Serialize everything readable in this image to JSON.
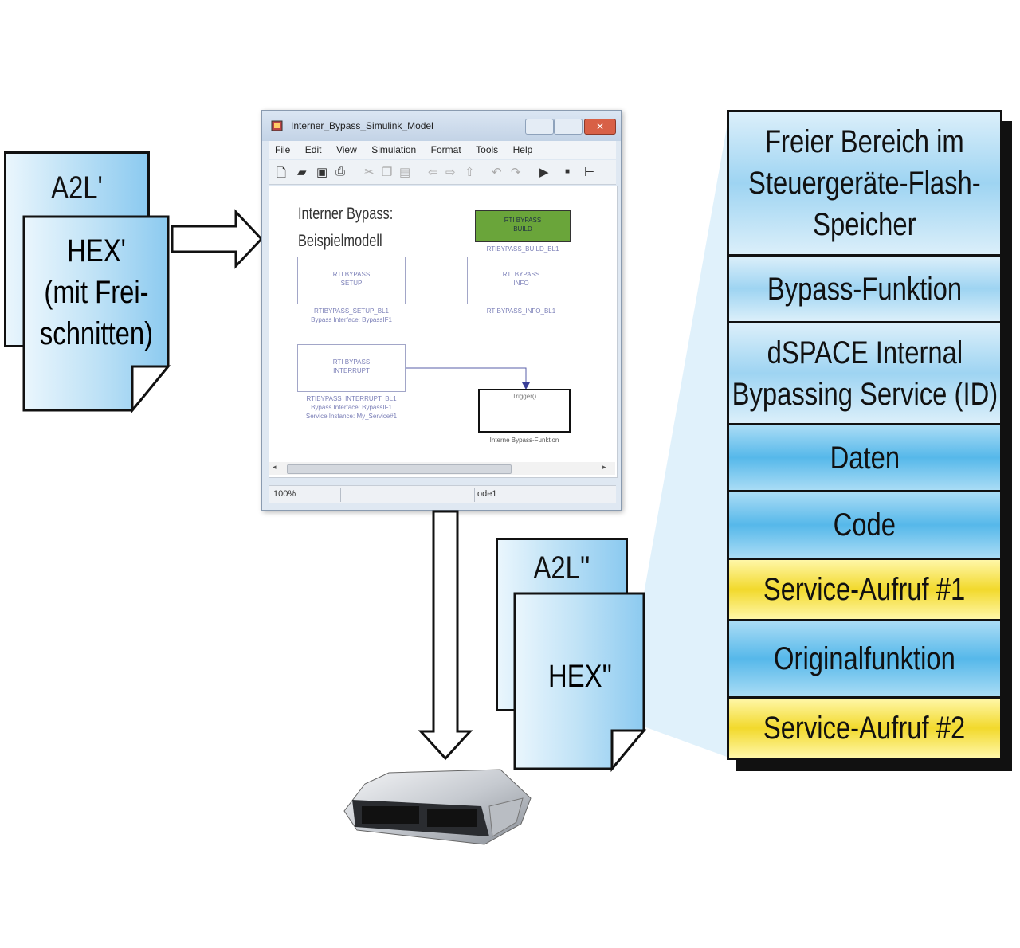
{
  "left_docs": {
    "a2l": "A2L'",
    "hex_lines": [
      "HEX'",
      "(mit Frei-",
      "schnitten)"
    ]
  },
  "simulink": {
    "window_title": "Interner_Bypass_Simulink_Model",
    "menu": [
      "File",
      "Edit",
      "View",
      "Simulation",
      "Format",
      "Tools",
      "Help"
    ],
    "heading_lines": [
      "Interner Bypass:",
      "Beispielmodell"
    ],
    "blocks": {
      "build": {
        "text": [
          "RTI BYPASS",
          "BUILD"
        ],
        "label": [
          "RTIBYPASS_BUILD_BL1"
        ]
      },
      "setup": {
        "text": [
          "RTI BYPASS",
          "SETUP"
        ],
        "label": [
          "RTIBYPASS_SETUP_BL1",
          "Bypass Interface: BypassIF1"
        ]
      },
      "info": {
        "text": [
          "RTI BYPASS",
          "INFO"
        ],
        "label": [
          "RTIBYPASS_INFO_BL1"
        ]
      },
      "interrupt": {
        "text": [
          "RTI BYPASS",
          "INTERRUPT"
        ],
        "label": [
          "RTIBYPASS_INTERRUPT_BL1",
          "Bypass Interface: BypassIF1",
          "Service Instance: My_Service#1"
        ]
      },
      "function": {
        "text": [
          "Trigger()"
        ],
        "label": [
          "Interne Bypass-Funktion"
        ]
      }
    },
    "status": {
      "zoom": "100%",
      "model": "ode1"
    }
  },
  "right_docs": {
    "a2l": "A2L''",
    "hex": "HEX''"
  },
  "memory": {
    "segments": [
      {
        "lines": [
          "Freier Bereich im",
          "Steuergeräte-Flash-",
          "Speicher"
        ],
        "style": "light"
      },
      {
        "lines": [
          "Bypass-Funktion"
        ],
        "style": "light"
      },
      {
        "lines": [
          "dSPACE Internal",
          "Bypassing Service (ID)"
        ],
        "style": "light"
      },
      {
        "lines": [
          "Daten"
        ],
        "style": "blue"
      },
      {
        "lines": [
          "Code"
        ],
        "style": "blue"
      },
      {
        "lines": [
          "Service-Aufruf #1"
        ],
        "style": "yellow"
      },
      {
        "lines": [
          "Originalfunktion"
        ],
        "style": "blue"
      },
      {
        "lines": [
          "Service-Aufruf #2"
        ],
        "style": "yellow"
      }
    ]
  },
  "colors": {
    "doc_blue": "#8ccaf0",
    "mem_blue": "#56b8ea",
    "mem_yellow": "#f2d92c",
    "build_block_green": "#6aa53a",
    "callout_fill": "#dbeefa"
  },
  "icons": [
    "document-icon",
    "right-arrow-icon",
    "down-arrow-icon",
    "ecu-device-icon",
    "simulink-app-icon"
  ]
}
